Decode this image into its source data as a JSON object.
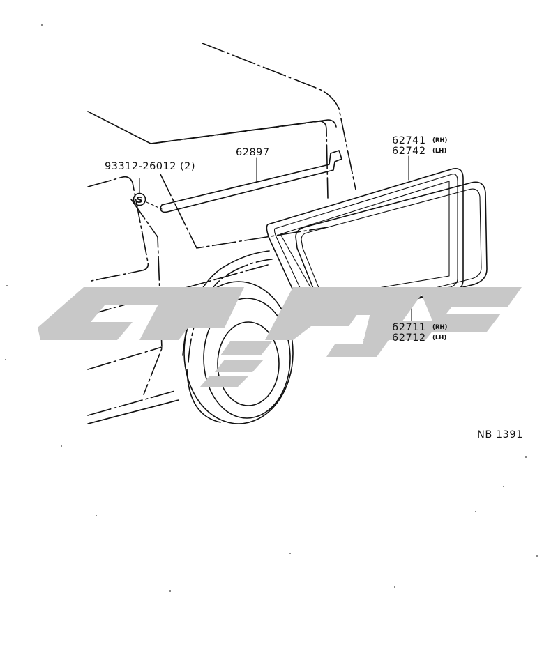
{
  "diagram": {
    "parts": {
      "window_glass": {
        "number_rh": "62741",
        "tag_rh": "(RH)",
        "number_lh": "62742",
        "tag_lh": "(LH)"
      },
      "weatherstrip": {
        "number_rh": "62711",
        "tag_rh": "(RH)",
        "number_lh": "62712",
        "tag_lh": "(LH)"
      },
      "molding": {
        "number": "62897"
      },
      "screw": {
        "number": "93312-26012",
        "qty": "(2)",
        "symbol": "S"
      }
    },
    "ref_code": "NB 1391",
    "watermark_color": "#c8c8c8",
    "line_color": "#111111"
  }
}
